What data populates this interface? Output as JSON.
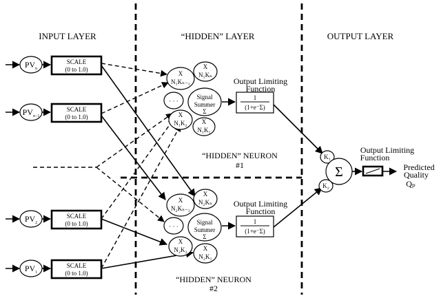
{
  "layers": {
    "input": "INPUT LAYER",
    "hidden": "“HIDDEN” LAYER",
    "output": "OUTPUT LAYER"
  },
  "inputs": [
    {
      "pv_main": "PV",
      "pv_sub": "n",
      "scale": "SCALE",
      "range": "(0 to 1.0)"
    },
    {
      "pv_main": "PV",
      "pv_sub": "n−1",
      "scale": "SCALE",
      "range": "(0 to 1.0)"
    },
    {
      "pv_main": "PV",
      "pv_sub": "2",
      "scale": "SCALE",
      "range": "(0 to 1.0)"
    },
    {
      "pv_main": "PV",
      "pv_sub": "1",
      "scale": "SCALE",
      "range": "(0 to 1.0)"
    }
  ],
  "neurons": [
    {
      "caption": "“HIDDEN” NEURON",
      "number": "#1",
      "summer_line1": "Signal",
      "summer_line2": "Summer",
      "summer_symbol": "Σ",
      "dots": "· · ·",
      "limit_line1": "Output Limiting",
      "limit_line2": "Function",
      "formula_num": "1",
      "formula_den": "(1+e⁻Σ)",
      "weights": [
        {
          "x": "X",
          "label": "N₁Kₙ₋₁"
        },
        {
          "x": "X",
          "label": "N₁Kₙ"
        },
        {
          "x": "X",
          "label": "N₁K₂"
        },
        {
          "x": "X",
          "label": "N₁K₁"
        }
      ]
    },
    {
      "caption": "“HIDDEN” NEURON",
      "number": "#2",
      "summer_line1": "Signal",
      "summer_line2": "Summer",
      "summer_symbol": "Σ",
      "dots": "· · ·",
      "limit_line1": "Output Limiting",
      "limit_line2": "Function",
      "formula_num": "1",
      "formula_den": "(1+e⁻Σ)",
      "weights": [
        {
          "x": "X",
          "label": "N₂Kₙ₋₁"
        },
        {
          "x": "X",
          "label": "N₂Kₙ"
        },
        {
          "x": "X",
          "label": "N₂K₂"
        },
        {
          "x": "X",
          "label": "N₂K₁"
        }
      ]
    }
  ],
  "output": {
    "k1": "K₁",
    "k2": "K₂",
    "sigma": "Σ",
    "limit_line1": "Output Limiting",
    "limit_line2": "Function",
    "pred_line1": "Predicted",
    "pred_line2": "Quality",
    "pred_line3": "Qₚ"
  }
}
